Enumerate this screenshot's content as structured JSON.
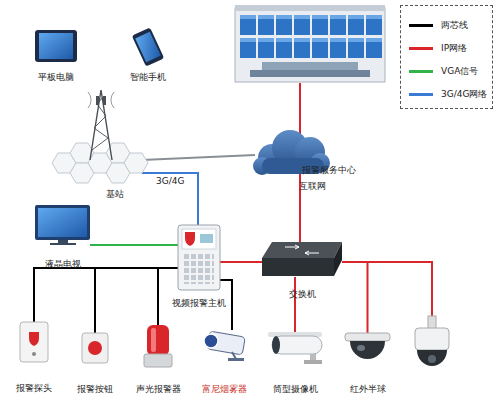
{
  "diagram": {
    "nodes": [
      {
        "text": [
          "平板电脑"
        ]
      },
      {
        "text": [
          "智能手机"
        ]
      },
      {
        "text": [
          "报警服务中心"
        ]
      },
      {
        "text": [
          "基站"
        ]
      },
      {
        "text": [
          "互联网"
        ]
      },
      {
        "text": [
          "液晶电视"
        ]
      },
      {
        "text": [
          "视频报警主机"
        ]
      },
      {
        "text": [
          "交换机"
        ]
      },
      {
        "text": [
          "报警探头"
        ]
      },
      {
        "text": [
          "报警按钮"
        ]
      },
      {
        "text": [
          "声光报警器"
        ]
      },
      {
        "text": [
          "富尼烟雾器"
        ]
      },
      {
        "text": [
          "筒型摄像机"
        ]
      },
      {
        "text": [
          "红外半球"
        ]
      }
    ],
    "edges": [
      {
        "from": 2,
        "to": 4,
        "arrow": "none"
      },
      {
        "from": 3,
        "to": 4,
        "arrow": "none"
      },
      {
        "from": 3,
        "to": 6,
        "label": "3G/4G",
        "arrow": "none"
      },
      {
        "from": 4,
        "to": 7,
        "arrow": "none"
      },
      {
        "from": 7,
        "to": 6,
        "arrow": "none"
      },
      {
        "from": 6,
        "to": 5,
        "arrow": "none"
      },
      {
        "from": 6,
        "to": 8,
        "arrow": "none"
      },
      {
        "from": 6,
        "to": 9,
        "arrow": "none"
      },
      {
        "from": 6,
        "to": 10,
        "arrow": "none"
      },
      {
        "from": 6,
        "to": 11,
        "arrow": "none"
      },
      {
        "from": 7,
        "to": 12,
        "arrow": "none"
      },
      {
        "from": 7,
        "to": 13,
        "arrow": "none"
      }
    ],
    "legend": [
      {
        "text": "两芯线",
        "color": "#000000"
      },
      {
        "text": "IP网络",
        "color": "#d9262b"
      },
      {
        "text": "VGA信号",
        "color": "#2fb34a"
      },
      {
        "text": "3G/4G网络",
        "color": "#3a7bd5"
      }
    ]
  }
}
